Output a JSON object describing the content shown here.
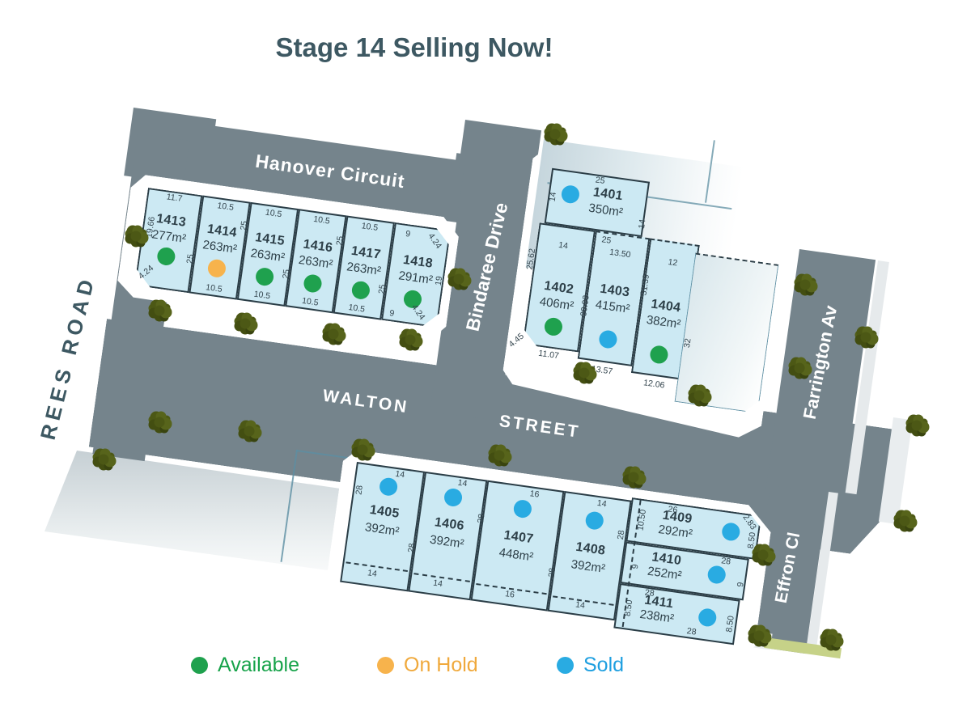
{
  "title": "Stage 14 Selling Now!",
  "streets": {
    "hanover": "Hanover Circuit",
    "bindaree": "Bindaree Drive",
    "walton1": "WALTON",
    "walton2": "STREET",
    "farrington": "Farrington Av",
    "effron": "Effron Cl",
    "rees": "REES  ROAD"
  },
  "legend": {
    "available": {
      "label": "Available"
    },
    "on_hold": {
      "label": "On Hold"
    },
    "sold": {
      "label": "Sold"
    }
  },
  "colors": {
    "available": "#1FA14E",
    "on_hold": "#F7B34C",
    "sold": "#29ABE2",
    "road": "#75848C",
    "lot_fill": "#CCE9F3",
    "lot_border": "#2B3D46",
    "legend_available_text": "#17A34A",
    "legend_on_hold_text": "#F0A93C",
    "legend_sold_text": "#1E9FE0"
  },
  "lots": {
    "1401": {
      "id": "1401",
      "area": "350m²",
      "status": "sold"
    },
    "1402": {
      "id": "1402",
      "area": "406m²",
      "status": "available"
    },
    "1403": {
      "id": "1403",
      "area": "415m²",
      "status": "sold"
    },
    "1404": {
      "id": "1404",
      "area": "382m²",
      "status": "available"
    },
    "1405": {
      "id": "1405",
      "area": "392m²",
      "status": "sold"
    },
    "1406": {
      "id": "1406",
      "area": "392m²",
      "status": "sold"
    },
    "1407": {
      "id": "1407",
      "area": "448m²",
      "status": "sold"
    },
    "1408": {
      "id": "1408",
      "area": "392m²",
      "status": "sold"
    },
    "1409": {
      "id": "1409",
      "area": "292m²",
      "status": "sold"
    },
    "1410": {
      "id": "1410",
      "area": "252m²",
      "status": "sold"
    },
    "1411": {
      "id": "1411",
      "area": "238m²",
      "status": "sold"
    },
    "1413": {
      "id": "1413",
      "area": "277m²",
      "status": "available"
    },
    "1414": {
      "id": "1414",
      "area": "263m²",
      "status": "on_hold"
    },
    "1415": {
      "id": "1415",
      "area": "263m²",
      "status": "available"
    },
    "1416": {
      "id": "1416",
      "area": "263m²",
      "status": "available"
    },
    "1417": {
      "id": "1417",
      "area": "263m²",
      "status": "available"
    },
    "1418": {
      "id": "1418",
      "area": "291m²",
      "status": "available"
    }
  },
  "blocks": {
    "a": {
      "a0": "11.7",
      "a1": "10.5",
      "a2": "10.5",
      "a3": "10.5",
      "a4": "10.5",
      "a5": "9",
      "a6": "4.24",
      "a7": "10.5",
      "a8": "10.5",
      "a9": "10.5",
      "a10": "10.5",
      "a11": "9",
      "a12": "4.24",
      "a13": "19.66",
      "a14": "4.24",
      "a15": "19",
      "a16": "25",
      "a17": "25",
      "a18": "25",
      "a19": "25",
      "a20": "25"
    },
    "b": {
      "b0": "25",
      "b1": "14",
      "b2": "14",
      "b3": "25",
      "b4": "14",
      "b5": "13.50",
      "b6": "12",
      "b7": "25.62",
      "b8": "30.03",
      "b9": "31.39",
      "b10": "32",
      "b11": "4.45",
      "b12": "11.07",
      "b13": "13.57",
      "b14": "12.06"
    },
    "c": {
      "c0": "14",
      "c1": "14",
      "c2": "16",
      "c3": "14",
      "c4": "28",
      "c5": "28",
      "c6": "28",
      "c7": "28",
      "c8": "28",
      "c9": "14",
      "c10": "14",
      "c11": "16",
      "c12": "14"
    },
    "d": {
      "e0": "26",
      "e1": "2.83",
      "e2": "8.50",
      "e3": "28",
      "e4": "9",
      "e5": "28",
      "e6": "8.50",
      "e7": "28",
      "e8": "10.50",
      "e9": "9",
      "e10": "8.50"
    }
  }
}
